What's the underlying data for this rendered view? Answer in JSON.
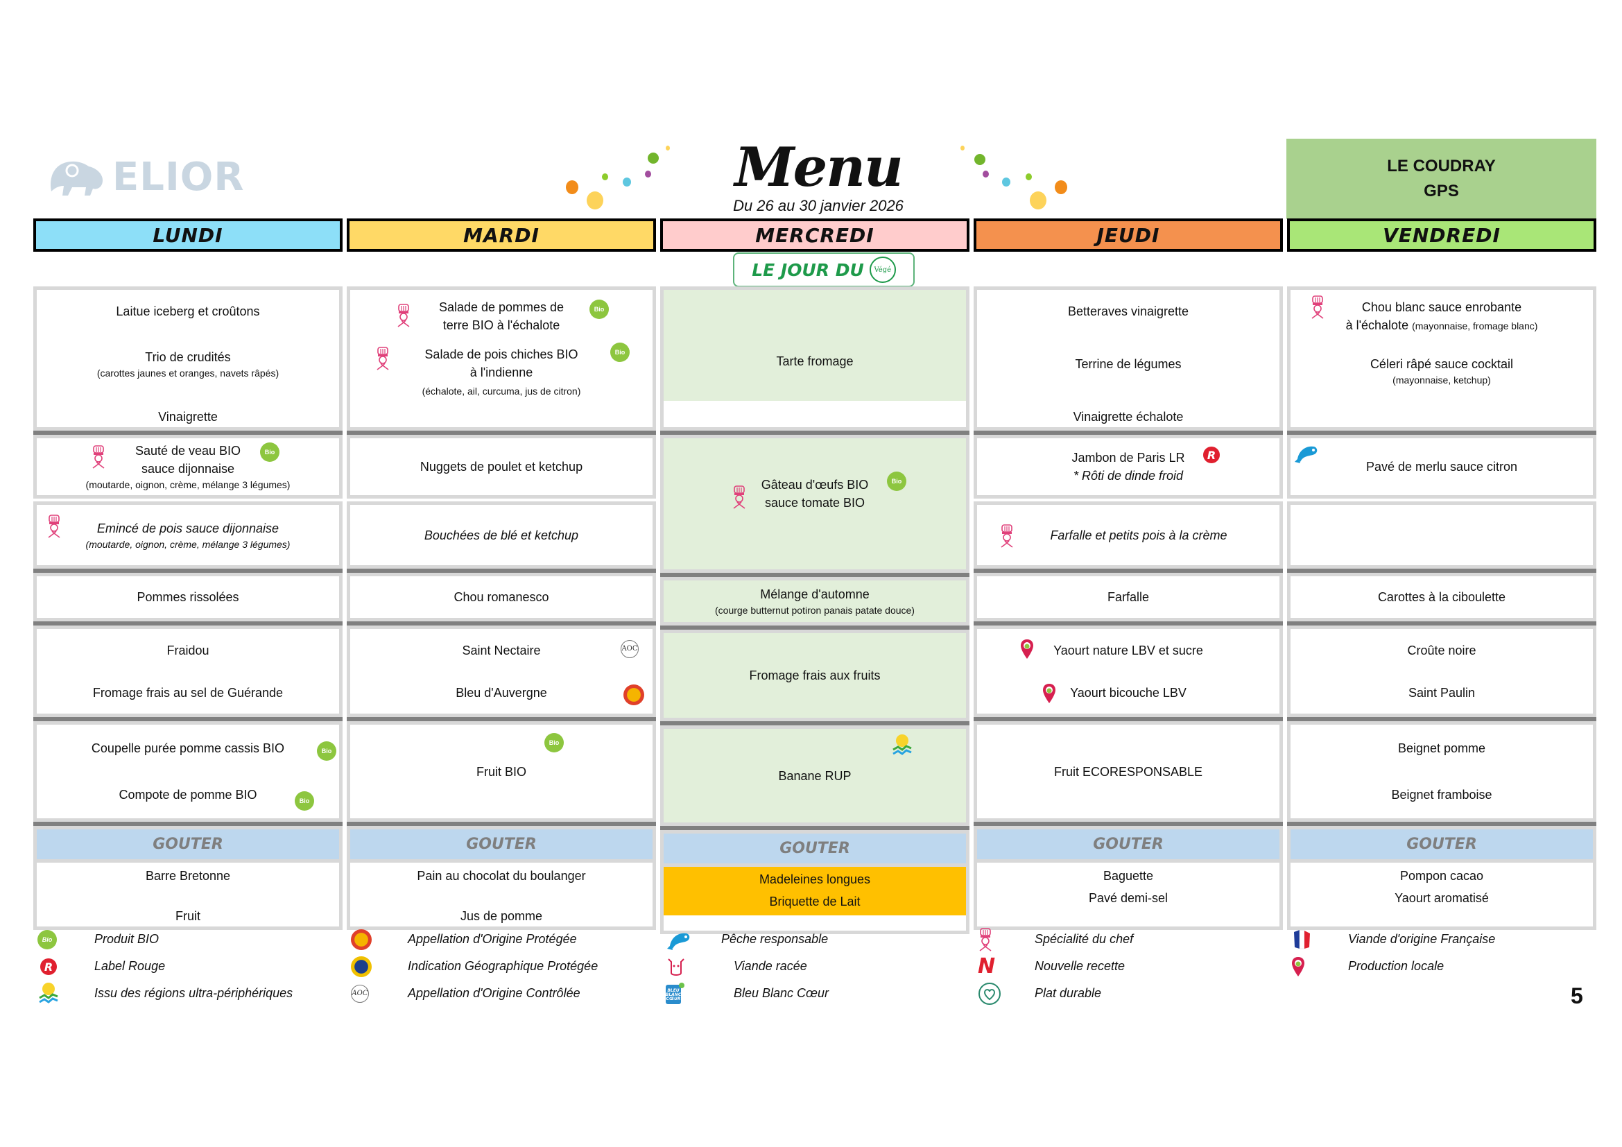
{
  "brand": {
    "logo_text": "ELIOR"
  },
  "header": {
    "title": "Menu",
    "subtitle": "Du 26 au 30 janvier 2026",
    "site_line1": "LE COUDRAY",
    "site_line2": "GPS"
  },
  "colors": {
    "lundi": "#8ddff8",
    "mardi": "#ffd966",
    "mercredi": "#ffcccc",
    "jeudi": "#f4914e",
    "vendredi": "#a9e677",
    "vege_bg": "#e2efda",
    "gouter_header": "#bdd7ee",
    "site_box": "#a9d18e",
    "highlight": "#ffc000"
  },
  "vege_badge": {
    "text": "LE JOUR DU",
    "circle": "Végé"
  },
  "days": [
    {
      "name": "LUNDI",
      "starter": {
        "line1": "Laitue iceberg et croûtons",
        "line2": "Trio de crudités",
        "line2_detail": "(carottes jaunes et oranges, navets râpés)",
        "line3": "Vinaigrette"
      },
      "main": {
        "line1": "Sauté de veau BIO",
        "line2": "sauce dijonnaise",
        "detail": "(moutarde, oignon, crème, mélange 3 légumes)"
      },
      "alt": {
        "line1": "Emincé de pois sauce dijonnaise",
        "detail": "(moutarde, oignon, crème, mélange 3 légumes)"
      },
      "side": {
        "line1": "Pommes rissolées"
      },
      "dairy": {
        "line1": "Fraidou",
        "line2": "Fromage frais au sel de Guérande"
      },
      "dessert": {
        "line1": "Coupelle purée pomme cassis BIO",
        "line2": "Compote de pomme BIO"
      },
      "gouter": {
        "label": "GOUTER",
        "line1": "Barre Bretonne",
        "line2": "Fruit"
      }
    },
    {
      "name": "MARDI",
      "starter": {
        "line1a": "Salade de pommes de",
        "line1b": "terre BIO à l'échalote",
        "line2a": "Salade de pois chiches BIO",
        "line2b": "à l'indienne",
        "detail": "(échalote, ail, curcuma, jus de citron)"
      },
      "main": {
        "line1": "Nuggets de poulet et ketchup"
      },
      "alt": {
        "line1": "Bouchées de blé et ketchup"
      },
      "side": {
        "line1": "Chou romanesco"
      },
      "dairy": {
        "line1": "Saint Nectaire",
        "line2": "Bleu d'Auvergne"
      },
      "dessert": {
        "line1": "Fruit BIO"
      },
      "gouter": {
        "label": "GOUTER",
        "line1": "Pain au chocolat du boulanger",
        "line2": "Jus de pomme"
      }
    },
    {
      "name": "MERCREDI",
      "starter": {
        "line1": "Tarte fromage"
      },
      "main": {
        "line1": "Gâteau d'œufs BIO",
        "line2": "sauce tomate BIO"
      },
      "side": {
        "line1": "Mélange d'automne",
        "detail": "(courge butternut potiron panais patate douce)"
      },
      "dairy": {
        "line1": "Fromage frais aux fruits"
      },
      "dessert": {
        "line1": "Banane RUP"
      },
      "gouter": {
        "label": "GOUTER",
        "line1": "Madeleines longues",
        "line2": "Briquette de Lait"
      }
    },
    {
      "name": "JEUDI",
      "starter": {
        "line1": "Betteraves vinaigrette",
        "line2": "Terrine de légumes",
        "line3": "Vinaigrette échalote"
      },
      "main": {
        "line1": "Jambon de Paris LR",
        "line2": "* Rôti de dinde froid"
      },
      "alt": {
        "line1": "Farfalle et petits pois à la crème"
      },
      "side": {
        "line1": "Farfalle"
      },
      "dairy": {
        "line1": "Yaourt nature LBV et sucre",
        "line2": "Yaourt bicouche LBV"
      },
      "dessert": {
        "line1": "Fruit  ECORESPONSABLE"
      },
      "gouter": {
        "label": "GOUTER",
        "line1": "Baguette",
        "line2": "Pavé demi-sel"
      }
    },
    {
      "name": "VENDREDI",
      "starter": {
        "line1a": "Chou blanc sauce enrobante",
        "line1b": "à l'échalote",
        "line1b_detail": "(mayonnaise, fromage blanc)",
        "line2": "Céleri râpé sauce cocktail",
        "line2_detail": "(mayonnaise, ketchup)"
      },
      "main": {
        "line1": "Pavé de merlu sauce citron"
      },
      "alt": {
        "line1": ""
      },
      "side": {
        "line1": "Carottes à la ciboulette"
      },
      "dairy": {
        "line1": "Croûte noire",
        "line2": "Saint Paulin"
      },
      "dessert": {
        "line1": "Beignet pomme",
        "line2": "Beignet framboise"
      },
      "gouter": {
        "label": "GOUTER",
        "line1": "Pompon cacao",
        "line2": "Yaourt aromatisé"
      }
    }
  ],
  "legend": [
    [
      {
        "icon": "bio-icon",
        "label": "Produit BIO"
      },
      {
        "icon": "label-rouge-icon",
        "label": "Label Rouge"
      },
      {
        "icon": "rup-icon",
        "label": "Issu des régions ultra-périphériques"
      }
    ],
    [
      {
        "icon": "aop-icon",
        "label": "Appellation d'Origine Protégée"
      },
      {
        "icon": "igp-icon",
        "label": "Indication Géographique Protégée"
      },
      {
        "icon": "aoc-icon",
        "label": "Appellation d'Origine Contrôlée"
      }
    ],
    [
      {
        "icon": "fish-icon",
        "label": "Pêche responsable"
      },
      {
        "icon": "cow-icon",
        "label": "Viande racée"
      },
      {
        "icon": "bleu-blanc-coeur-icon",
        "label": "Bleu Blanc Cœur"
      }
    ],
    [
      {
        "icon": "chef-icon",
        "label": "Spécialité du chef"
      },
      {
        "icon": "new-recipe-icon",
        "label": "Nouvelle recette"
      },
      {
        "icon": "sustainable-dish-icon",
        "label": "Plat durable"
      }
    ],
    [
      {
        "icon": "french-flag-icon",
        "label": "Viande d'origine Française"
      },
      {
        "icon": "local-pin-icon",
        "label": "Production locale"
      }
    ]
  ],
  "icons": {
    "aoc_text": "AOC",
    "bio_text": "Bio",
    "new_text": "N"
  },
  "page_number": "5"
}
